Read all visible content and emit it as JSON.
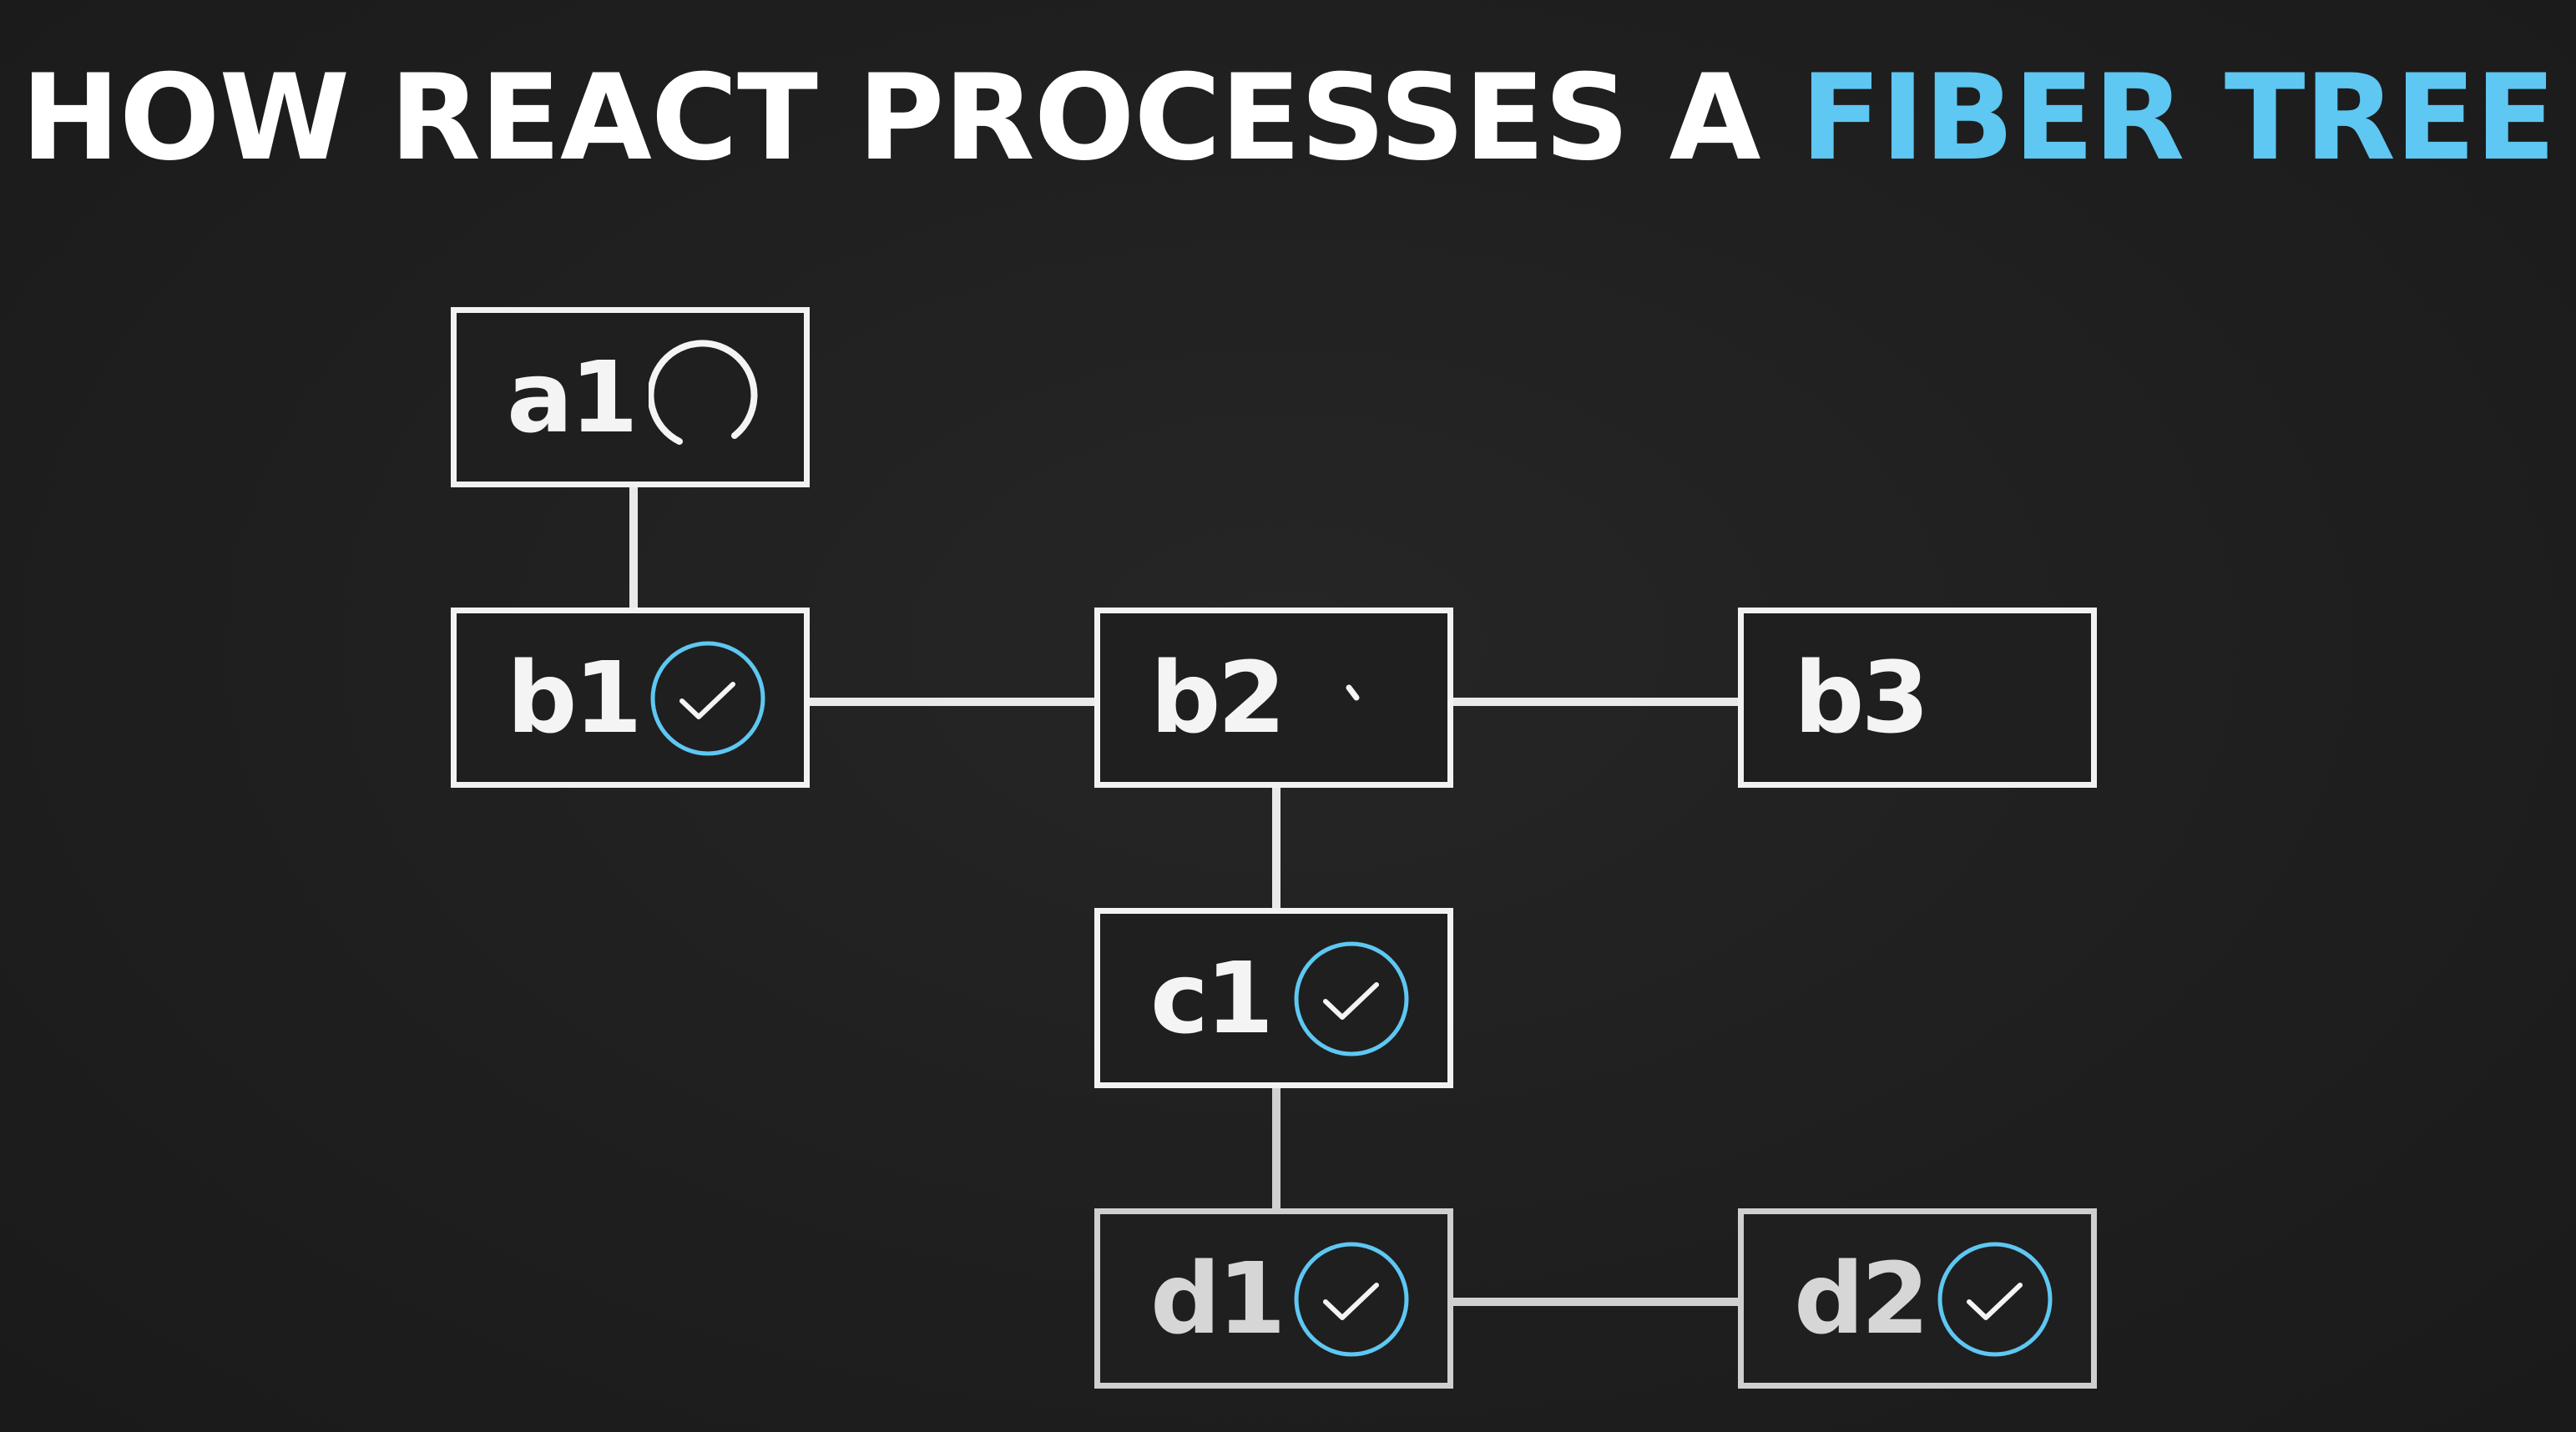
{
  "title": {
    "prefix": "HOW REACT PROCESSES A",
    "highlight": "FIBER TREE"
  },
  "colors": {
    "accent": "#5ec7f2",
    "background": "#1e1e1e",
    "box_border": "#f2f2f2",
    "check_ring": "#5ec7f2"
  },
  "nodes": [
    {
      "id": "a1",
      "label": "a1",
      "status": "in-progress",
      "icon": "spinner-icon"
    },
    {
      "id": "b1",
      "label": "b1",
      "status": "done",
      "icon": "check-circle-icon"
    },
    {
      "id": "b2",
      "label": "b2",
      "status": "in-progress",
      "icon": "spinner-icon"
    },
    {
      "id": "b3",
      "label": "b3",
      "status": "pending",
      "icon": ""
    },
    {
      "id": "c1",
      "label": "c1",
      "status": "done",
      "icon": "check-circle-icon"
    },
    {
      "id": "d1",
      "label": "d1",
      "status": "done",
      "icon": "check-circle-icon"
    },
    {
      "id": "d2",
      "label": "d2",
      "status": "done",
      "icon": "check-circle-icon"
    }
  ],
  "edges": [
    {
      "from": "a1",
      "to": "b1",
      "relation": "child"
    },
    {
      "from": "b1",
      "to": "b2",
      "relation": "sibling"
    },
    {
      "from": "b2",
      "to": "b3",
      "relation": "sibling"
    },
    {
      "from": "b2",
      "to": "c1",
      "relation": "child"
    },
    {
      "from": "c1",
      "to": "d1",
      "relation": "child"
    },
    {
      "from": "d1",
      "to": "d2",
      "relation": "sibling"
    }
  ]
}
